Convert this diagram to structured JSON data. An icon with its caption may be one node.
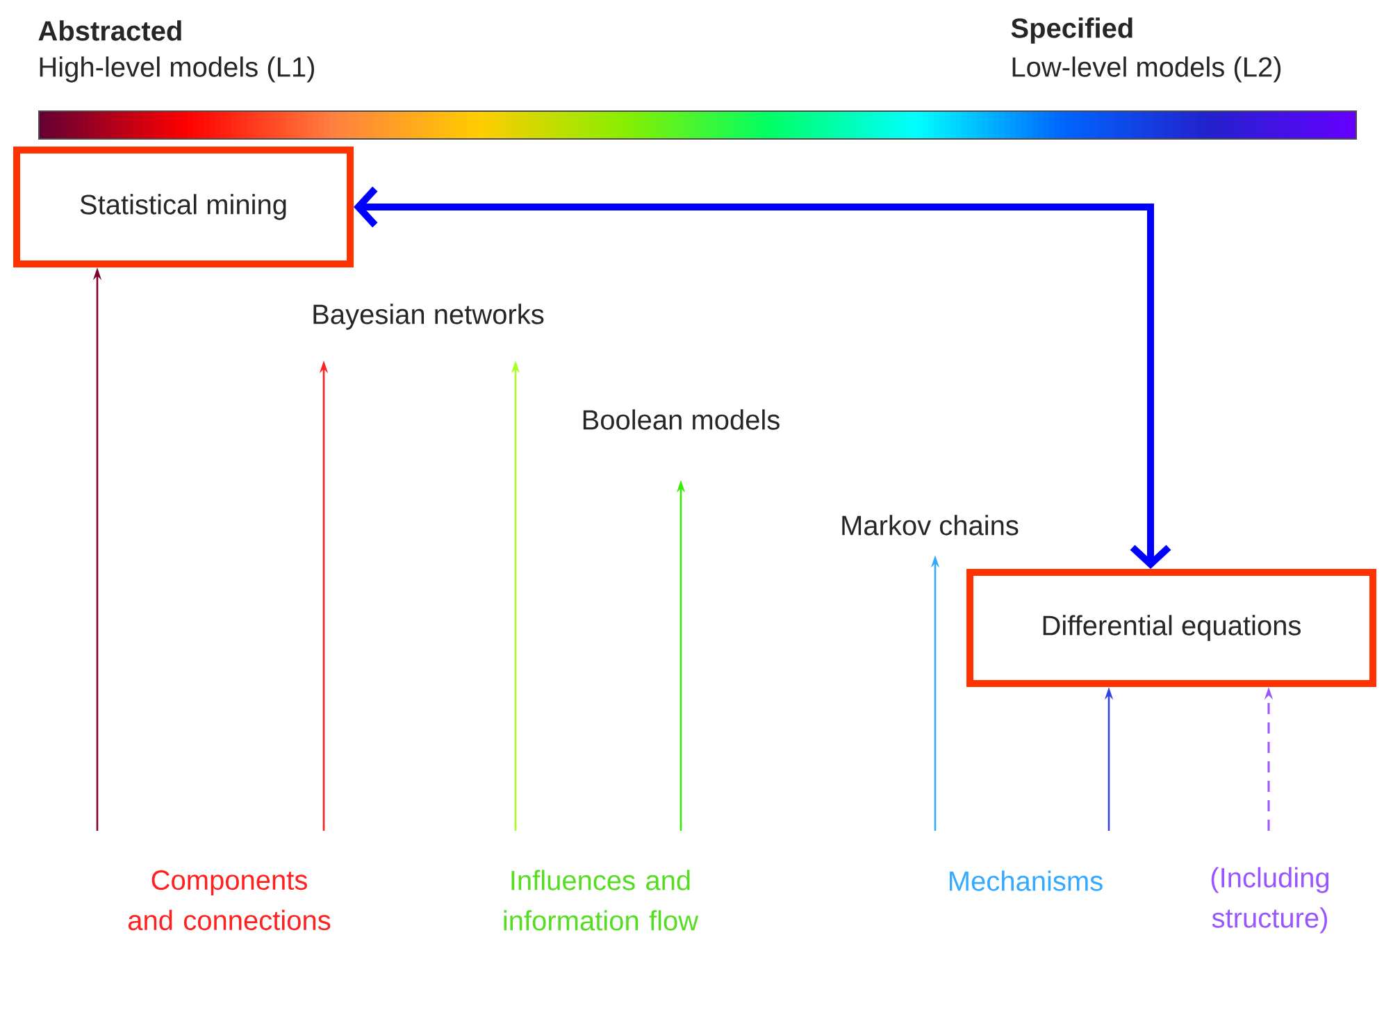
{
  "diagram": {
    "nodes": [
      {
        "text": [
          "Statistical mining"
        ]
      },
      {
        "text": [
          "Bayesian networks"
        ]
      },
      {
        "text": [
          "Boolean models"
        ]
      },
      {
        "text": [
          "Markov chains"
        ]
      },
      {
        "text": [
          "Differential equations"
        ]
      }
    ],
    "edges": [
      {
        "from": 4,
        "to": 0,
        "arrow": "both",
        "style": "thick",
        "color": "#0000ff"
      },
      {
        "from": null,
        "to": 0,
        "arrow": "to",
        "color": "#800030"
      },
      {
        "from": null,
        "to": 1,
        "arrow": "to",
        "color": "#ff2020"
      },
      {
        "from": null,
        "to": 1,
        "arrow": "to",
        "color": "#aaff22"
      },
      {
        "from": null,
        "to": 2,
        "arrow": "to",
        "color": "#33ee00"
      },
      {
        "from": null,
        "to": 3,
        "arrow": "to",
        "color": "#33aaff"
      },
      {
        "from": null,
        "to": 4,
        "arrow": "to",
        "color": "#3344dd"
      },
      {
        "from": null,
        "to": 4,
        "arrow": "to",
        "style": "dashed",
        "color": "#9955ff"
      }
    ],
    "labels": [
      "Abstracted",
      "High-level models (L1)",
      "Specified",
      "Low-level models (L2)",
      "Components and connections",
      "Influences and information flow",
      "Mechanisms",
      "(Including structure)"
    ]
  }
}
